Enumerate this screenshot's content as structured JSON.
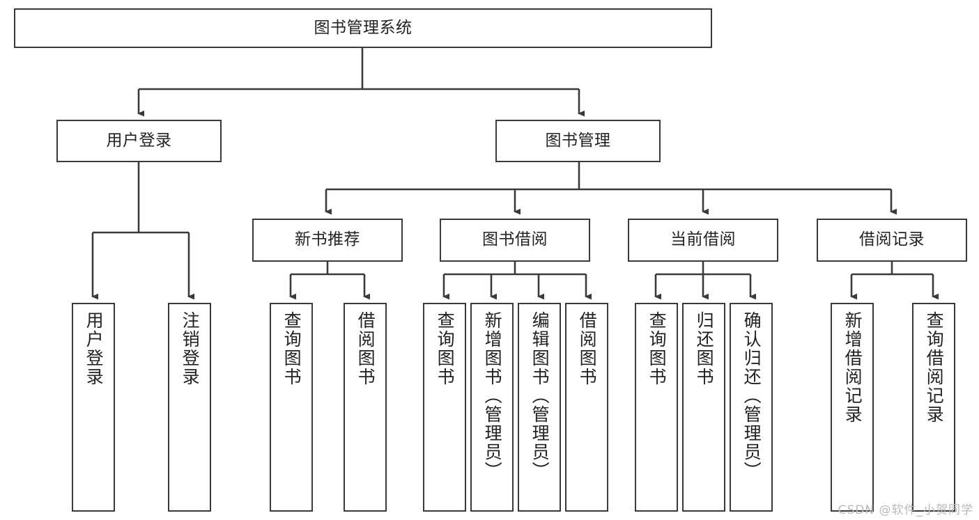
{
  "diagram": {
    "title": "图书管理系统",
    "type": "tree-hierarchy-chart",
    "stroke_color": "#3a3a3a",
    "fill_color": "#ffffff",
    "text_color": "#222222"
  },
  "watermark": {
    "text": "CSDN @软件_小贺同学",
    "color": "#b9b9b9"
  },
  "nodes": {
    "root": {
      "label": "图书管理系统"
    },
    "level2": [
      {
        "label": "用户登录"
      },
      {
        "label": "图书管理"
      }
    ],
    "level3": [
      {
        "label": "新书推荐"
      },
      {
        "label": "图书借阅"
      },
      {
        "label": "当前借阅"
      },
      {
        "label": "借阅记录"
      }
    ],
    "leaves": {
      "user_login": [
        {
          "label": "用户登录"
        },
        {
          "label": "注销登录"
        }
      ],
      "new_book_recommend": [
        {
          "label": "查询图书"
        },
        {
          "label": "借阅图书"
        }
      ],
      "book_borrow": [
        {
          "label": "查询图书"
        },
        {
          "label": "新增图书（管理员）"
        },
        {
          "label": "编辑图书（管理员）"
        },
        {
          "label": "借阅图书"
        }
      ],
      "current_borrow": [
        {
          "label": "查询图书"
        },
        {
          "label": "归还图书"
        },
        {
          "label": "确认归还（管理员）"
        }
      ],
      "borrow_record": [
        {
          "label": "新增借阅记录"
        },
        {
          "label": "查询借阅记录"
        }
      ]
    }
  }
}
